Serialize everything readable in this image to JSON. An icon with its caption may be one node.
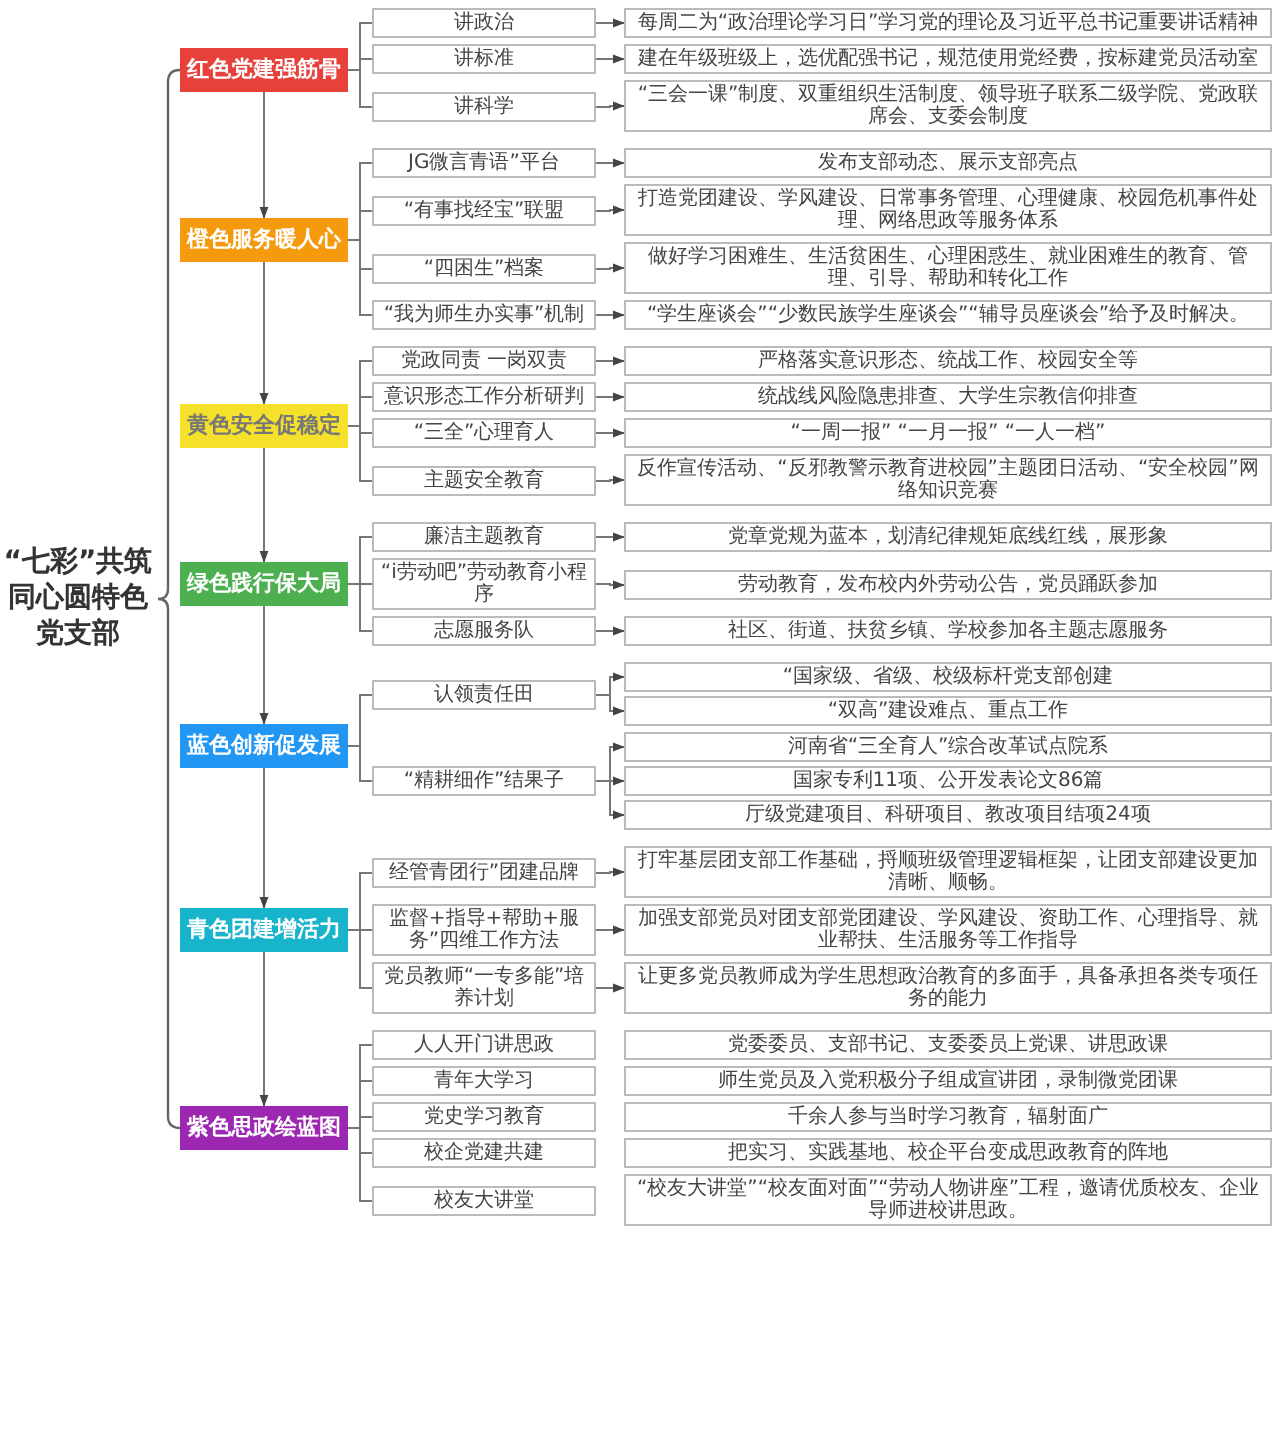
{
  "diagram": {
    "title": "“七彩”共筑同心圆特色党支部",
    "nodes": [
      {
        "text": [
          "红色党建强筋骨"
        ]
      },
      {
        "text": [
          "讲政治"
        ]
      },
      {
        "text": [
          "每周二为“政治理论学习日”学习党的理论及习近平总书记重要讲话精神"
        ]
      },
      {
        "text": [
          "讲标准"
        ]
      },
      {
        "text": [
          "建在年级班级上，选优配强书记，规范使用党经费，按标建党员活动室"
        ]
      },
      {
        "text": [
          "讲科学"
        ]
      },
      {
        "text": [
          "“三会一课”制度、双重组织生活制度、领导班子联系二级学院、党政联席会、支委会制度"
        ]
      },
      {
        "text": [
          "橙色服务暖人心"
        ]
      },
      {
        "text": [
          "JG微言青语”平台"
        ]
      },
      {
        "text": [
          "发布支部动态、展示支部亮点"
        ]
      },
      {
        "text": [
          "“有事找经宝”联盟"
        ]
      },
      {
        "text": [
          "打造党团建设、学风建设、日常事务管理、心理健康、校园危机事件处理、网络思政等服务体系"
        ]
      },
      {
        "text": [
          "“四困生”档案"
        ]
      },
      {
        "text": [
          "做好学习困难生、生活贫困生、心理困惑生、就业困难生的教育、管理、引导、帮助和转化工作"
        ]
      },
      {
        "text": [
          "“我为师生办实事”机制"
        ]
      },
      {
        "text": [
          "“学生座谈会”“少数民族学生座谈会”“辅导员座谈会”给予及时解决。"
        ]
      },
      {
        "text": [
          "黄色安全促稳定"
        ]
      },
      {
        "text": [
          "党政同责 一岗双责"
        ]
      },
      {
        "text": [
          "严格落实意识形态、统战工作、校园安全等"
        ]
      },
      {
        "text": [
          "意识形态工作分析研判"
        ]
      },
      {
        "text": [
          "统战线风险隐患排查、大学生宗教信仰排查"
        ]
      },
      {
        "text": [
          "“三全”心理育人"
        ]
      },
      {
        "text": [
          "“一周一报” “一月一报” “一人一档”"
        ]
      },
      {
        "text": [
          "主题安全教育"
        ]
      },
      {
        "text": [
          "反作宣传活动、“反邪教警示教育进校园”主题团日活动、“安全校园”网络知识竞赛"
        ]
      },
      {
        "text": [
          "绿色践行保大局"
        ]
      },
      {
        "text": [
          "廉洁主题教育"
        ]
      },
      {
        "text": [
          "党章党规为蓝本，划清纪律规矩底线红线，展形象"
        ]
      },
      {
        "text": [
          "“i劳动吧”劳动教育小程序"
        ]
      },
      {
        "text": [
          "劳动教育，发布校内外劳动公告，党员踊跃参加"
        ]
      },
      {
        "text": [
          "志愿服务队"
        ]
      },
      {
        "text": [
          "社区、街道、扶贫乡镇、学校参加各主题志愿服务"
        ]
      },
      {
        "text": [
          "蓝色创新促发展"
        ]
      },
      {
        "text": [
          "认领责任田"
        ]
      },
      {
        "text": [
          "“国家级、省级、校级标杆党支部创建"
        ]
      },
      {
        "text": [
          "“双高”建设难点、重点工作"
        ]
      },
      {
        "text": [
          "“精耕细作”结果子"
        ]
      },
      {
        "text": [
          "河南省“三全育人”综合改革试点院系"
        ]
      },
      {
        "text": [
          "国家专利11项、公开发表论文86篇"
        ]
      },
      {
        "text": [
          "厅级党建项目、科研项目、教改项目结项24项"
        ]
      },
      {
        "text": [
          "青色团建增活力"
        ]
      },
      {
        "text": [
          "经管青团行”团建品牌"
        ]
      },
      {
        "text": [
          "打牢基层团支部工作基础，捋顺班级管理逻辑框架，让团支部建设更加清晰、顺畅。"
        ]
      },
      {
        "text": [
          "监督+指导+帮助+服务”四维工作方法"
        ]
      },
      {
        "text": [
          "加强支部党员对团支部党团建设、学风建设、资助工作、心理指导、就业帮扶、生活服务等工作指导"
        ]
      },
      {
        "text": [
          "党员教师“一专多能”培养计划"
        ]
      },
      {
        "text": [
          "让更多党员教师成为学生思想政治教育的多面手，具备承担各类专项任务的能力"
        ]
      },
      {
        "text": [
          "紫色思政绘蓝图"
        ]
      },
      {
        "text": [
          "人人开门讲思政"
        ]
      },
      {
        "text": [
          "党委委员、支部书记、支委委员上党课、讲思政课"
        ]
      },
      {
        "text": [
          "青年大学习"
        ]
      },
      {
        "text": [
          "师生党员及入党积极分子组成宣讲团，录制微党团课"
        ]
      },
      {
        "text": [
          "党史学习教育"
        ]
      },
      {
        "text": [
          "千余人参与当时学习教育，辐射面广"
        ]
      },
      {
        "text": [
          "校企党建共建"
        ]
      },
      {
        "text": [
          "把实习、实践基地、校企平台变成思政教育的阵地"
        ]
      },
      {
        "text": [
          "校友大讲堂"
        ]
      },
      {
        "text": [
          "“校友大讲堂”“校友面对面”“劳动人物讲座”工程，邀请优质校友、企业导师进校讲思政。"
        ]
      }
    ],
    "edges": [
      {
        "from": 0,
        "to": 7,
        "arrow": "to"
      },
      {
        "from": 7,
        "to": 16,
        "arrow": "to"
      },
      {
        "from": 16,
        "to": 25,
        "arrow": "to"
      },
      {
        "from": 25,
        "to": 32,
        "arrow": "to"
      },
      {
        "from": 32,
        "to": 40,
        "arrow": "to"
      },
      {
        "from": 40,
        "to": 47,
        "arrow": "to"
      },
      {
        "from": 0,
        "to": 1,
        "arrow": "none"
      },
      {
        "from": 0,
        "to": 3,
        "arrow": "none"
      },
      {
        "from": 0,
        "to": 5,
        "arrow": "none"
      },
      {
        "from": 1,
        "to": 2,
        "arrow": "to"
      },
      {
        "from": 3,
        "to": 4,
        "arrow": "to"
      },
      {
        "from": 5,
        "to": 6,
        "arrow": "to"
      },
      {
        "from": 7,
        "to": 8,
        "arrow": "none"
      },
      {
        "from": 7,
        "to": 10,
        "arrow": "none"
      },
      {
        "from": 7,
        "to": 12,
        "arrow": "none"
      },
      {
        "from": 7,
        "to": 14,
        "arrow": "none"
      },
      {
        "from": 8,
        "to": 9,
        "arrow": "to"
      },
      {
        "from": 10,
        "to": 11,
        "arrow": "to"
      },
      {
        "from": 12,
        "to": 13,
        "arrow": "to"
      },
      {
        "from": 14,
        "to": 15,
        "arrow": "to"
      },
      {
        "from": 16,
        "to": 17,
        "arrow": "none"
      },
      {
        "from": 16,
        "to": 19,
        "arrow": "none"
      },
      {
        "from": 16,
        "to": 21,
        "arrow": "none"
      },
      {
        "from": 16,
        "to": 23,
        "arrow": "none"
      },
      {
        "from": 17,
        "to": 18,
        "arrow": "to"
      },
      {
        "from": 19,
        "to": 20,
        "arrow": "to"
      },
      {
        "from": 21,
        "to": 22,
        "arrow": "to"
      },
      {
        "from": 23,
        "to": 24,
        "arrow": "to"
      },
      {
        "from": 25,
        "to": 26,
        "arrow": "none"
      },
      {
        "from": 25,
        "to": 28,
        "arrow": "none"
      },
      {
        "from": 25,
        "to": 30,
        "arrow": "none"
      },
      {
        "from": 26,
        "to": 27,
        "arrow": "to"
      },
      {
        "from": 28,
        "to": 29,
        "arrow": "to"
      },
      {
        "from": 30,
        "to": 31,
        "arrow": "to"
      },
      {
        "from": 32,
        "to": 33,
        "arrow": "none"
      },
      {
        "from": 32,
        "to": 36,
        "arrow": "none"
      },
      {
        "from": 33,
        "to": 34,
        "arrow": "to"
      },
      {
        "from": 33,
        "to": 35,
        "arrow": "to"
      },
      {
        "from": 36,
        "to": 37,
        "arrow": "to"
      },
      {
        "from": 36,
        "to": 38,
        "arrow": "to"
      },
      {
        "from": 36,
        "to": 39,
        "arrow": "to"
      },
      {
        "from": 40,
        "to": 41,
        "arrow": "none"
      },
      {
        "from": 40,
        "to": 43,
        "arrow": "none"
      },
      {
        "from": 40,
        "to": 45,
        "arrow": "none"
      },
      {
        "from": 41,
        "to": 42,
        "arrow": "to"
      },
      {
        "from": 43,
        "to": 44,
        "arrow": "to"
      },
      {
        "from": 45,
        "to": 46,
        "arrow": "to"
      },
      {
        "from": 47,
        "to": 48,
        "arrow": "none"
      },
      {
        "from": 47,
        "to": 50,
        "arrow": "none"
      },
      {
        "from": 47,
        "to": 52,
        "arrow": "none"
      },
      {
        "from": 47,
        "to": 54,
        "arrow": "none"
      },
      {
        "from": 47,
        "to": 56,
        "arrow": "none"
      }
    ]
  }
}
